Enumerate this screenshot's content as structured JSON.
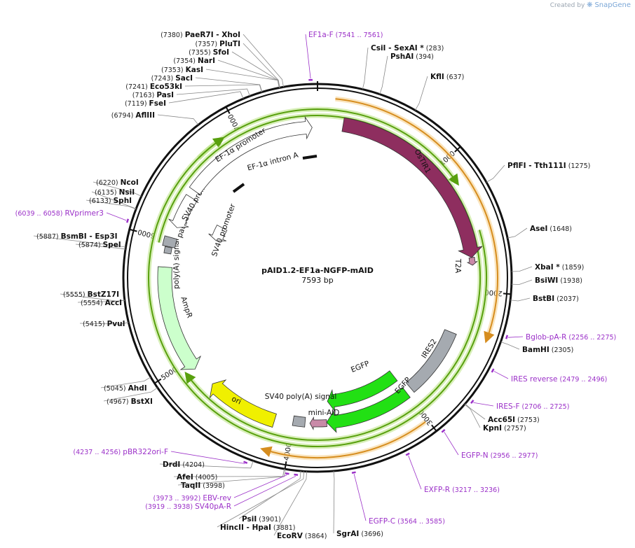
{
  "credit": {
    "prefix": "Created by",
    "brand": "SnapGene",
    "logo_icon": "snapgene-logo-icon"
  },
  "plasmid": {
    "name": "pAID1.2-EF1a-NGFP-mAID",
    "length_label": "7593 bp",
    "length": 7593
  },
  "ticks": [
    {
      "label": "1000",
      "bp": 1000
    },
    {
      "label": "2000",
      "bp": 2000
    },
    {
      "label": "3000",
      "bp": 3000
    },
    {
      "label": "4000",
      "bp": 4000
    },
    {
      "label": "5000",
      "bp": 5000
    },
    {
      "label": "6000",
      "bp": 6000
    },
    {
      "label": "7000",
      "bp": 7000
    }
  ],
  "sites": [
    {
      "name": "PaeR7I",
      "name2": "XhoI",
      "pos": "(7380)",
      "bp": 7380
    },
    {
      "name": "PluTI",
      "pos": "(7357)",
      "bp": 7357
    },
    {
      "name": "SfoI",
      "pos": "(7355)",
      "bp": 7355
    },
    {
      "name": "NarI",
      "pos": "(7354)",
      "bp": 7354
    },
    {
      "name": "KasI",
      "pos": "(7353)",
      "bp": 7353
    },
    {
      "name": "SacI",
      "pos": "(7243)",
      "bp": 7243
    },
    {
      "name": "Eco53kI",
      "pos": "(7241)",
      "bp": 7241
    },
    {
      "name": "PasI",
      "pos": "(7163)",
      "bp": 7163
    },
    {
      "name": "FseI",
      "pos": "(7119)",
      "bp": 7119
    },
    {
      "name": "AflIII",
      "pos": "(6794)",
      "bp": 6794
    },
    {
      "name": "CsiI",
      "name2": "SexAI *",
      "pos": "(283)",
      "bp": 283
    },
    {
      "name": "PshAI",
      "pos": "(394)",
      "bp": 394
    },
    {
      "name": "KflI",
      "pos": "(637)",
      "bp": 637
    },
    {
      "name": "PflFI",
      "name2": "Tth111I",
      "pos": "(1275)",
      "bp": 1275
    },
    {
      "name": "AseI",
      "pos": "(1648)",
      "bp": 1648
    },
    {
      "name": "XbaI *",
      "pos": "(1859)",
      "bp": 1859
    },
    {
      "name": "BsiWI",
      "pos": "(1938)",
      "bp": 1938
    },
    {
      "name": "BstBI",
      "pos": "(2037)",
      "bp": 2037
    },
    {
      "name": "BamHI",
      "pos": "(2305)",
      "bp": 2305
    },
    {
      "name": "Acc65I",
      "pos": "(2753)",
      "bp": 2753
    },
    {
      "name": "KpnI",
      "pos": "(2757)",
      "bp": 2757
    },
    {
      "name": "SgrAI",
      "pos": "(3696)",
      "bp": 3696
    },
    {
      "name": "EcoRV",
      "pos": "(3864)",
      "bp": 3864
    },
    {
      "name": "HincII",
      "name2": "HpaI",
      "pos": "(3881)",
      "bp": 3881
    },
    {
      "name": "PsiI",
      "pos": "(3901)",
      "bp": 3901
    },
    {
      "name": "TaqII",
      "pos": "(3998)",
      "bp": 3998
    },
    {
      "name": "AfeI",
      "pos": "(4005)",
      "bp": 4005
    },
    {
      "name": "DrdI",
      "pos": "(4204)",
      "bp": 4204
    },
    {
      "name": "BstXI",
      "pos": "(4967)",
      "bp": 4967
    },
    {
      "name": "AhdI",
      "pos": "(5045)",
      "bp": 5045
    },
    {
      "name": "PvuI",
      "pos": "(5415)",
      "bp": 5415
    },
    {
      "name": "AccI",
      "pos": "(5554)",
      "bp": 5554
    },
    {
      "name": "BstZ17I",
      "pos": "(5555)",
      "bp": 5555
    },
    {
      "name": "SpeI",
      "pos": "(5874)",
      "bp": 5874
    },
    {
      "name": "BsmBI",
      "name2": "Esp3I",
      "pos": "(5887)",
      "bp": 5887
    },
    {
      "name": "SphI",
      "pos": "(6133)",
      "bp": 6133
    },
    {
      "name": "NsiI",
      "pos": "(6135)",
      "bp": 6135
    },
    {
      "name": "NcoI",
      "pos": "(6220)",
      "bp": 6220
    }
  ],
  "primers": [
    {
      "name": "EF1a-F",
      "pos": "(7541 .. 7561)",
      "bp": 7551
    },
    {
      "name": "Bglob-pA-R",
      "pos": "(2256 .. 2275)",
      "bp": 2265
    },
    {
      "name": "IRES reverse",
      "pos": "(2479 .. 2496)",
      "bp": 2487
    },
    {
      "name": "IRES-F",
      "pos": "(2706 .. 2725)",
      "bp": 2715
    },
    {
      "name": "EGFP-N",
      "pos": "(2956 .. 2977)",
      "bp": 2966
    },
    {
      "name": "EXFP-R",
      "pos": "(3217 .. 3236)",
      "bp": 3226
    },
    {
      "name": "EGFP-C",
      "pos": "(3564 .. 3585)",
      "bp": 3574
    },
    {
      "name": "EBV-rev",
      "pos": "(3973 .. 3992)",
      "bp": 3982
    },
    {
      "name": "SV40pA-R",
      "pos": "(3919 .. 3938)",
      "bp": 3928
    },
    {
      "name": "pBR322ori-F",
      "pos": "(4237 .. 4256)",
      "bp": 4246
    },
    {
      "name": "RVprimer3",
      "pos": "(6039 .. 6058)",
      "bp": 6048
    }
  ],
  "features": [
    {
      "name": "OsTIR1",
      "color": "#8e2e5f",
      "start": 200,
      "end": 1740
    },
    {
      "name": "T2A",
      "color": "#c98aa8",
      "start": 1740,
      "end": 1800
    },
    {
      "name": "IRES2",
      "color": "#a5aab0",
      "start": 2365,
      "end": 2950
    },
    {
      "name": "EGFP",
      "color": "#22e014",
      "start": 3000,
      "end": 3700
    },
    {
      "name": "EGFP",
      "color": "#22e014",
      "start": 3000,
      "end": 3720
    },
    {
      "name": "mini-AID",
      "color": "#c98aa8",
      "start": 3720,
      "end": 3860
    },
    {
      "name": "SV40 poly(A) signal",
      "color": "#a5aab0",
      "start": 3900,
      "end": 4000
    },
    {
      "name": "ori",
      "color": "#f0f000",
      "start": 4150,
      "end": 4740
    },
    {
      "name": "AmpR",
      "color": "#ccffcc",
      "start": 4920,
      "end": 5780
    },
    {
      "name": "poly(A) signal",
      "color": "#a5aab0",
      "start": 5890,
      "end": 5940
    },
    {
      "name": "pause site",
      "color": "#a5aab0",
      "start": 5945,
      "end": 6020
    },
    {
      "name": "SV40 promoter",
      "color": "#ffffff",
      "start": 6110,
      "end": 6380
    },
    {
      "name": "SV40 promoter",
      "color": "#ffffff",
      "start": 6120,
      "end": 6280
    },
    {
      "name": "EF-1α promoter",
      "color": "#ffffff",
      "start": 6440,
      "end": 7550
    },
    {
      "name": "EF-1α intron A",
      "color": "#111111",
      "start": 6620,
      "end": 7550
    }
  ],
  "colors": {
    "primer": "#9b30c8",
    "orf_orange": "#d68d1f",
    "orf_green": "#58a00e",
    "backbone": "#111111"
  }
}
